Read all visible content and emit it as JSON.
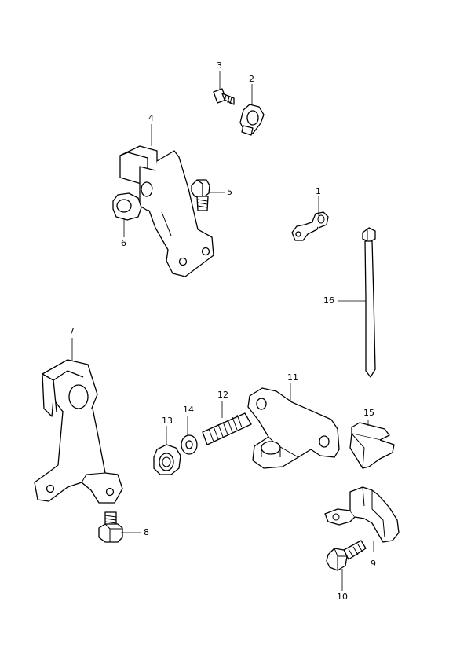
{
  "background": "#ffffff",
  "line_color": "#000000",
  "callouts": [
    {
      "number": "1"
    },
    {
      "number": "2"
    },
    {
      "number": "3"
    },
    {
      "number": "4"
    },
    {
      "number": "5"
    },
    {
      "number": "6"
    },
    {
      "number": "7"
    },
    {
      "number": "8"
    },
    {
      "number": "9"
    },
    {
      "number": "10"
    },
    {
      "number": "11"
    },
    {
      "number": "12"
    },
    {
      "number": "13"
    },
    {
      "number": "14"
    },
    {
      "number": "15"
    },
    {
      "number": "16"
    }
  ]
}
